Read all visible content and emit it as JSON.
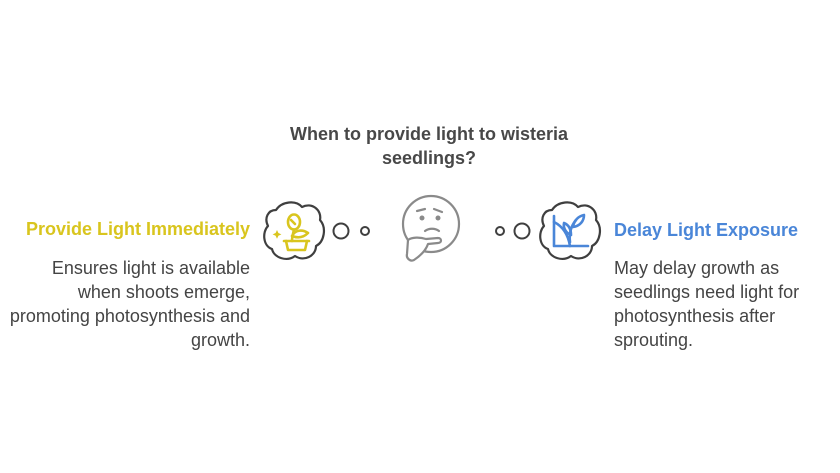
{
  "question": "When to provide light to wisteria seedlings?",
  "left_option": {
    "title": "Provide Light Immediately",
    "description": "Ensures light is available when shoots emerge, promoting photosynthesis and growth.",
    "color": "#D9C51E",
    "icon": "sprouting-seed-icon"
  },
  "right_option": {
    "title": "Delay Light Exposure",
    "description": "May delay growth as seedlings need light for photosynthesis after sprouting.",
    "color": "#4A86D8",
    "icon": "plant-growth-icon"
  },
  "center_icon": "thinking-face-icon",
  "colors": {
    "outline": "#3F3F3F",
    "face": "#8A8A8A",
    "question_text": "#484848",
    "description_text": "#444444"
  }
}
